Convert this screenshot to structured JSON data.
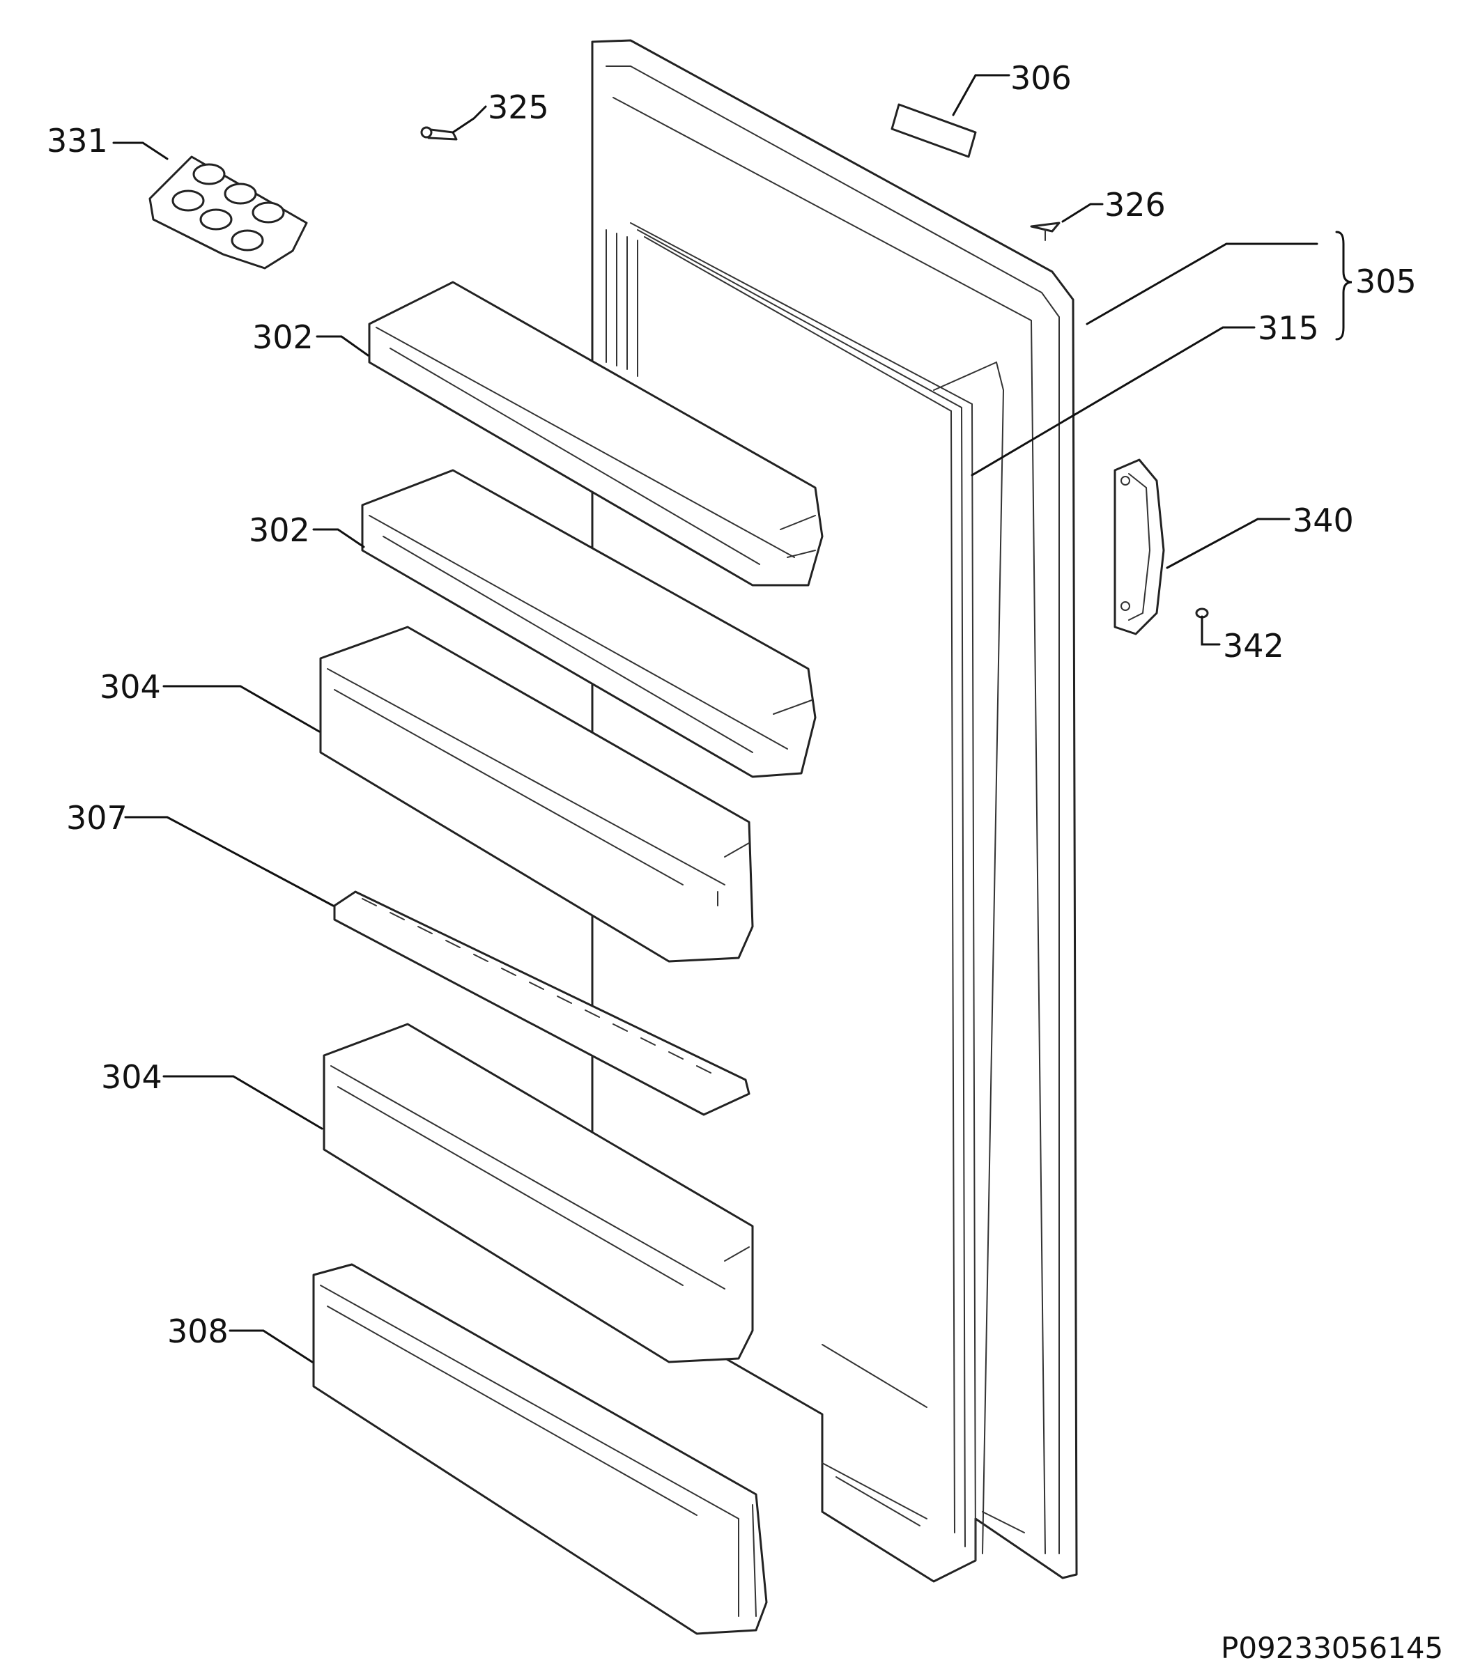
{
  "callouts": {
    "c331": "331",
    "c325": "325",
    "c306": "306",
    "c326": "326",
    "c305": "305",
    "c315": "315",
    "c302a": "302",
    "c302b": "302",
    "c340": "340",
    "c342": "342",
    "c304a": "304",
    "c307": "307",
    "c304b": "304",
    "c308": "308"
  },
  "document_id": "P09233056145"
}
